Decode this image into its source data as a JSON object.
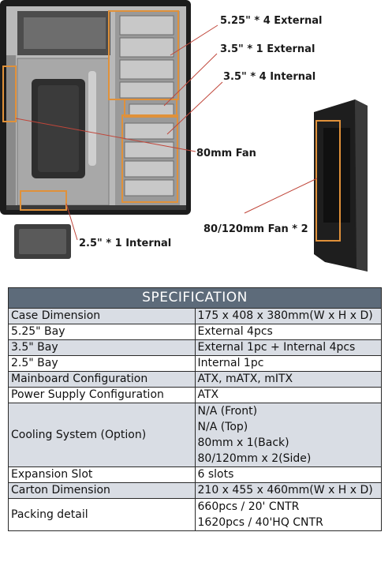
{
  "illustration": {
    "callouts": {
      "bay525": "5.25\" * 4 External",
      "bay35ext": "3.5\" * 1 External",
      "bay35int": "3.5\" * 4 Internal",
      "fan80": "80mm Fan",
      "bay25": "2.5\" * 1 Internal",
      "fanSide": "80/120mm Fan * 2"
    },
    "highlight_color": "#e0913a"
  },
  "spec": {
    "title": "SPECIFICATION",
    "rows": [
      {
        "label": "Case Dimension",
        "value": [
          "175 x 408 x 380mm(W x H x D)"
        ]
      },
      {
        "label": "5.25\" Bay",
        "value": [
          "External 4pcs"
        ]
      },
      {
        "label": "3.5\" Bay",
        "value": [
          "External 1pc + Internal 4pcs"
        ]
      },
      {
        "label": "2.5\" Bay",
        "value": [
          "Internal 1pc"
        ]
      },
      {
        "label": "Mainboard Configuration",
        "value": [
          "ATX, mATX, mITX"
        ]
      },
      {
        "label": "Power Supply Configuration",
        "value": [
          "ATX"
        ]
      },
      {
        "label": "Cooling System (Option)",
        "value": [
          "N/A (Front)",
          "N/A (Top)",
          "80mm x 1(Back)",
          "80/120mm x 2(Side)"
        ]
      },
      {
        "label": "Expansion Slot",
        "value": [
          "6 slots"
        ]
      },
      {
        "label": "Carton Dimension",
        "value": [
          "210 x 455 x 460mm(W x H x D)"
        ]
      },
      {
        "label": "Packing detail",
        "value": [
          "660pcs / 20' CNTR",
          "1620pcs / 40'HQ CNTR"
        ]
      }
    ]
  }
}
